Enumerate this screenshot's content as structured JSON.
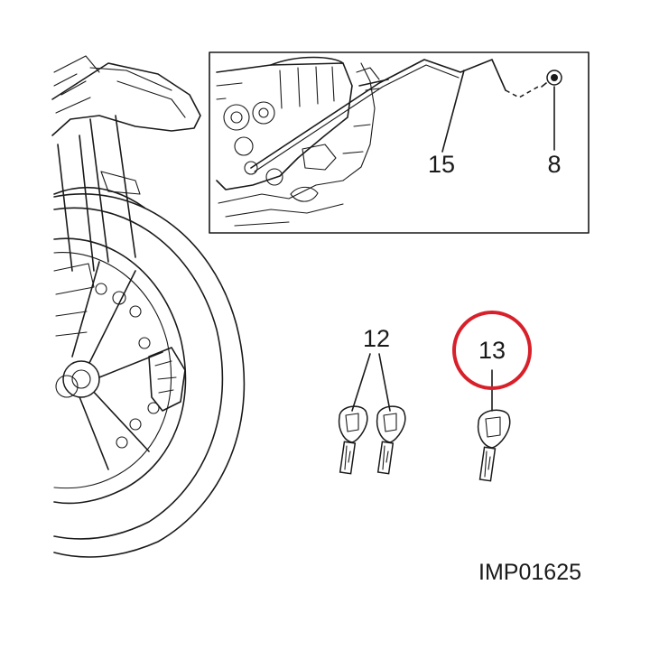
{
  "diagram": {
    "callouts": {
      "c15": "15",
      "c8": "8",
      "c12": "12",
      "c13": "13"
    },
    "reference_code": "IMP01625",
    "highlight_color": "#d8202a",
    "line_color": "#1a1a1a"
  }
}
